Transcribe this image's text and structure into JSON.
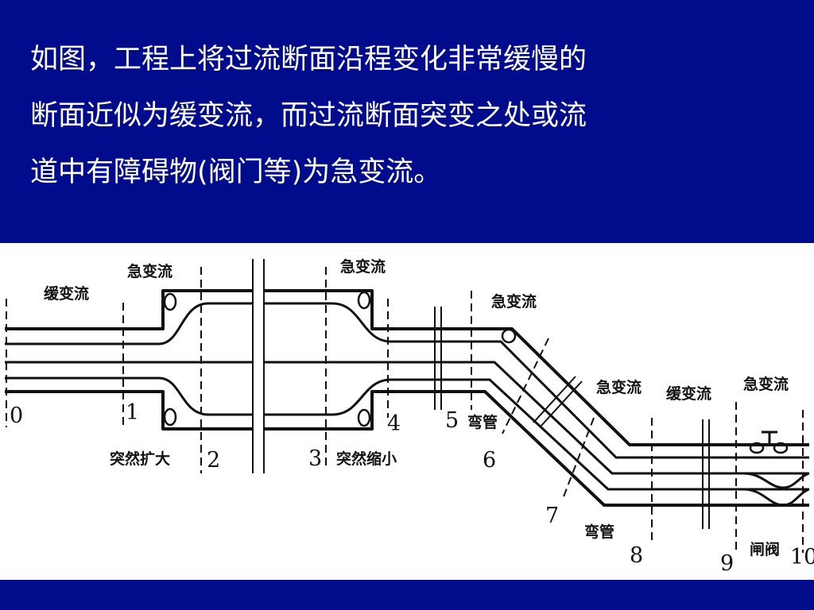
{
  "slide_text": {
    "line_1": "如图，工程上将过流断面沿程变化非常缓慢的",
    "line_2": "断面近似为缓变流，而过流断面突变之处或流",
    "line_3": "道中有障碍物(阀门等)为急变流。"
  },
  "diagram": {
    "labels": {
      "gradual_flow_1": "缓变流",
      "rapid_flow_1": "急变流",
      "rapid_flow_2": "急变流",
      "rapid_flow_3": "急变流",
      "rapid_flow_4": "急变流",
      "gradual_flow_2": "缓变流",
      "rapid_flow_5": "急变流",
      "sudden_expansion": "突然扩大",
      "sudden_contraction": "突然缩小",
      "bend_1": "弯管",
      "bend_2": "弯管",
      "gate_valve": "闸阀"
    },
    "sections": [
      "0",
      "1",
      "2",
      "3",
      "4",
      "5",
      "6",
      "7",
      "8",
      "9",
      "10"
    ]
  },
  "colors": {
    "background": "#000c8c",
    "text": "#ffffff",
    "panel": "#ffffff",
    "lines": "#111111"
  }
}
